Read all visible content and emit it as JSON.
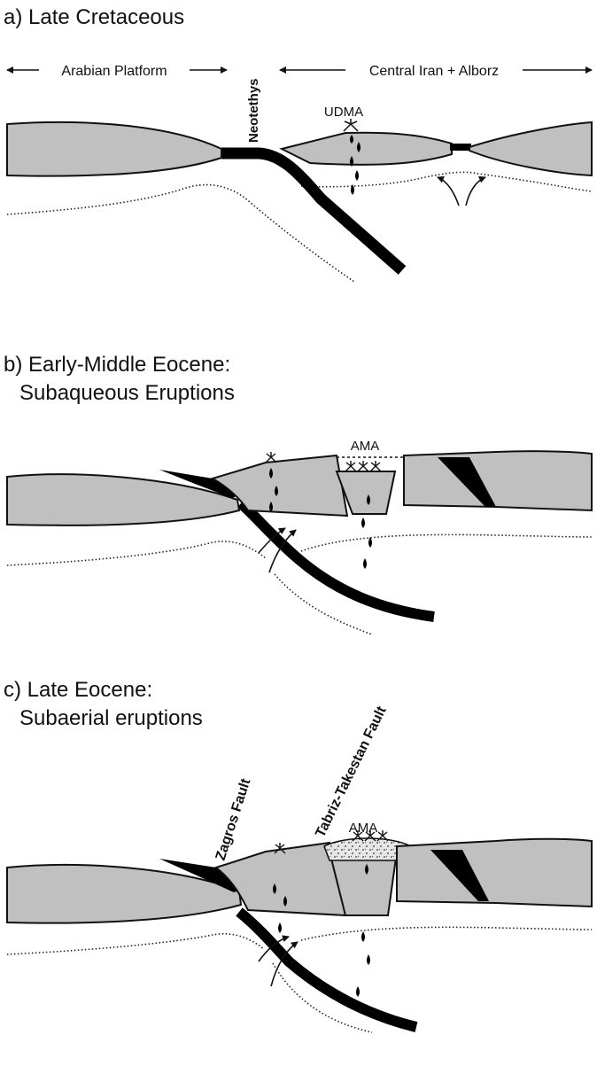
{
  "panels": [
    {
      "heading": "a) Late Cretaceous",
      "labels": {
        "arabian_platform": "Arabian Platform",
        "central_iran": "Central Iran + Alborz",
        "neotethys": "Neotethys",
        "udma": "UDMA"
      }
    },
    {
      "heading_line1": "b) Early-Middle Eocene:",
      "heading_line2": "Subaqueous Eruptions",
      "labels": {
        "ama": "AMA"
      }
    },
    {
      "heading_line1": "c) Late Eocene:",
      "heading_line2": "Subaerial eruptions",
      "labels": {
        "zagros_fault": "Zagros Fault",
        "tabriz_fault": "Tabriz-Takestan Fault",
        "ama": "AMA"
      }
    }
  ],
  "colors": {
    "crust": "#c0c0c0",
    "slab": "#000000",
    "line": "#111111"
  }
}
